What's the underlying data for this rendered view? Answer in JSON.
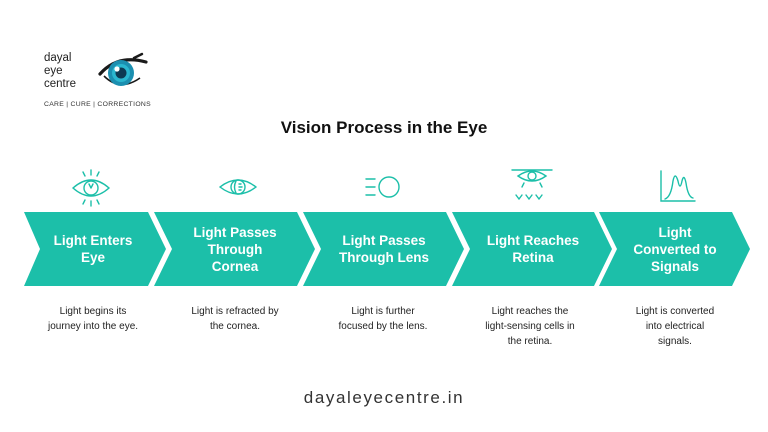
{
  "brand": {
    "name": "dayal\neye\ncentre",
    "tagline": "CARE | CURE | CORRECTIONS",
    "website": "dayaleyecentre.in"
  },
  "title": "Vision Process in the Eye",
  "accent_color": "#1cbfa9",
  "steps": [
    {
      "label": "Light Enters\nEye",
      "icon": "eye-light-icon",
      "description": "Light begins its\njourney into the eye."
    },
    {
      "label": "Light Passes\nThrough\nCornea",
      "icon": "cornea-eye-icon",
      "description": "Light is refracted by\nthe cornea."
    },
    {
      "label": "Light Passes\nThrough Lens",
      "icon": "lens-light-icon",
      "description": "Light is further\nfocused by the lens."
    },
    {
      "label": "Light Reaches\nRetina",
      "icon": "retina-icon",
      "description": "Light reaches the\nlight-sensing cells in\nthe retina."
    },
    {
      "label": "Light\nConverted to\nSignals",
      "icon": "signal-graph-icon",
      "description": "Light is converted\ninto electrical\nsignals."
    }
  ]
}
